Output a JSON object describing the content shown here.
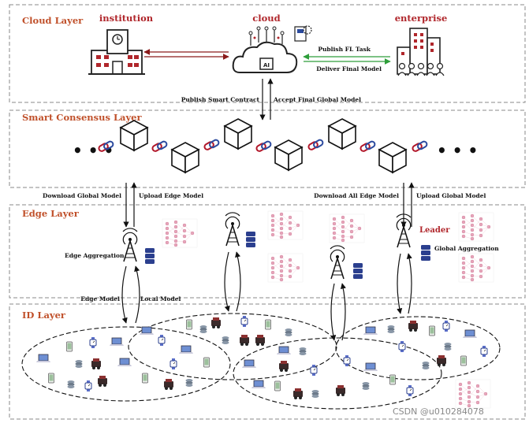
{
  "layers": {
    "cloud": "Cloud Layer",
    "consensus": "Smart Consensus Layer",
    "edge": "Edge Layer",
    "id": "ID Layer"
  },
  "entities": {
    "institution": "institution",
    "cloud": "cloud",
    "enterprise": "enterprise"
  },
  "arrows": {
    "publish_fl_task": "Publish FL Task",
    "deliver_final_model": "Deliver Final Model",
    "publish_smart_contract": "Publish Smart Contract",
    "accept_final_global_model": "Accept Final Global Model",
    "download_global_model_left": "Download Global Model",
    "upload_edge_model": "Upload Edge Model",
    "download_all_edge_model": "Download All Edge Model",
    "upload_global_model": "Upload Global Model",
    "edge_model": "Edge Model",
    "local_model": "Local Model"
  },
  "edge_labels": {
    "edge_aggregation": "Edge Aggregation",
    "leader": "Leader",
    "global_aggregation": "Global Aggregation"
  },
  "chain": {
    "ellipsis_left": "• • •",
    "ellipsis_right": "• • •"
  },
  "cloud_chip_label": "AI",
  "watermark": "CSDN @u010284078",
  "colors": {
    "layer_title": "#c0502a",
    "entity_title": "#b0262b",
    "arrow_red": "#8b1a1a",
    "arrow_green": "#2e9e3a",
    "link_red": "#b2182b",
    "link_blue": "#2b4a9e"
  }
}
